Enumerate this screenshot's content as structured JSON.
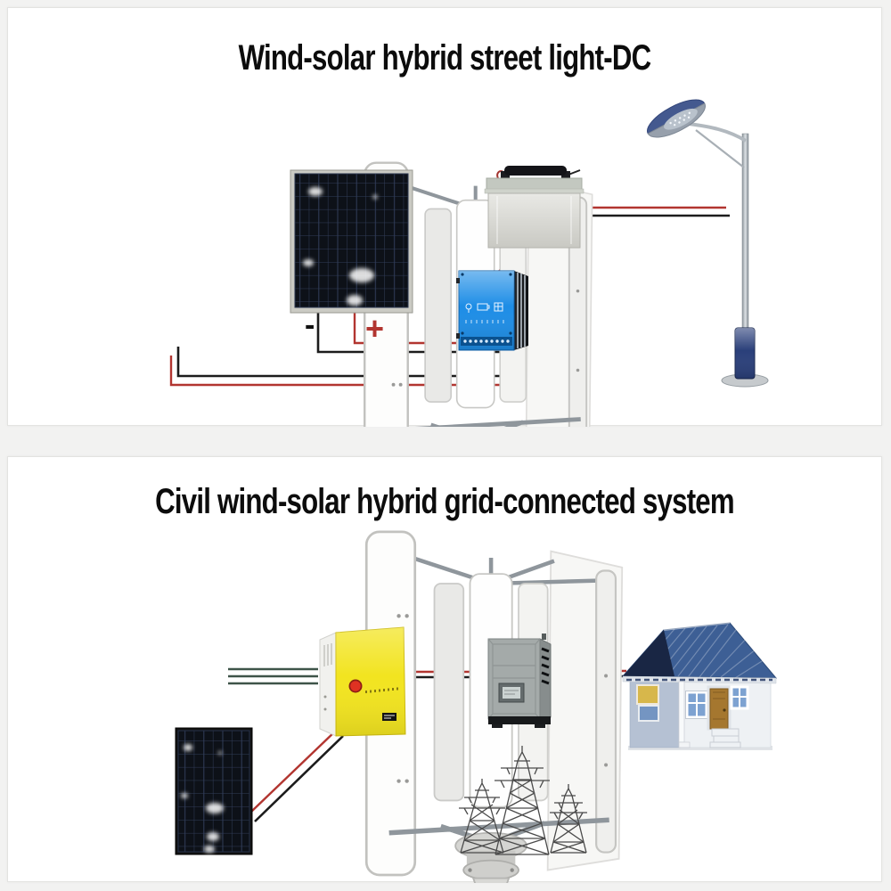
{
  "panels": [
    {
      "title": "Wind-solar hybrid street light-DC",
      "solar_minus_label": "-",
      "solar_plus_label": "+",
      "components": [
        "vertical-axis-wind-turbine",
        "solar-panel",
        "battery",
        "charge-controller",
        "led-street-light-pole"
      ]
    },
    {
      "title": "Civil wind-solar hybrid grid-connected system",
      "components": [
        "vertical-axis-wind-turbine",
        "solar-panel",
        "wind-solar-hybrid-controller",
        "grid-tie-inverter",
        "power-transmission-towers",
        "house"
      ]
    }
  ],
  "colors": {
    "wire_red": "#b23530",
    "wire_black": "#1c1c1c",
    "wire_green": "#3e5449",
    "controller_blue": "#1d8de6",
    "controller_yellow": "#f2e420",
    "street_light_base_blue": "#2a3f7a",
    "house_roof_blue": "#3d5f95",
    "solar_cell_dark": "#0d1118"
  }
}
